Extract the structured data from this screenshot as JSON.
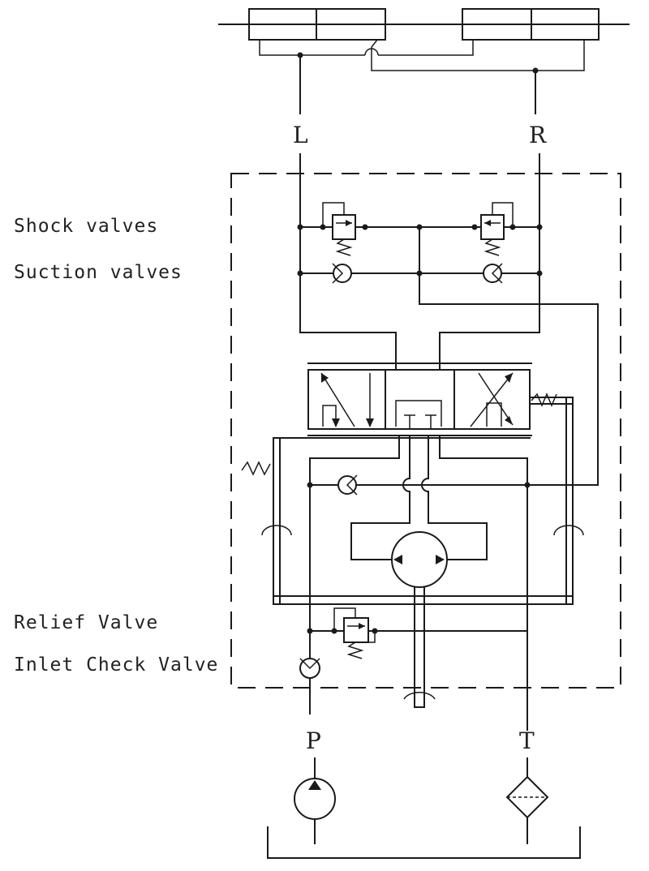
{
  "labels": {
    "shock_valves": "Shock valves",
    "suction_valves": "Suction valves",
    "relief_valve": "Relief Valve",
    "inlet_check_valve": "Inlet Check Valve"
  },
  "ports": {
    "left": "L",
    "right": "R",
    "pressure": "P",
    "tank": "T"
  },
  "colors": {
    "line": "#1a1a1a",
    "text": "#222222",
    "background": "#ffffff"
  }
}
